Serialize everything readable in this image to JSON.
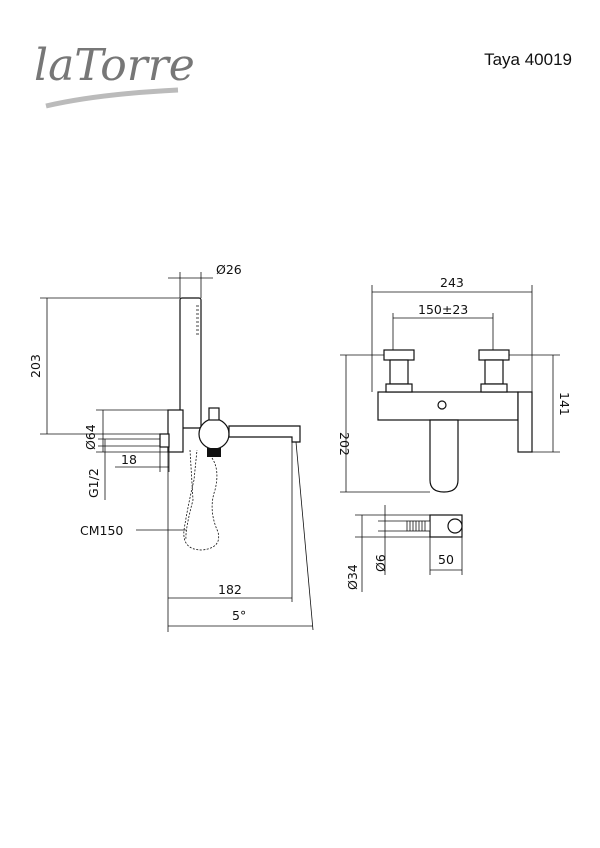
{
  "brand": {
    "logo_text": "laTorre"
  },
  "title": "Taya 40019",
  "dimensions": {
    "d26": "Ø26",
    "h203": "203",
    "d64": "Ø64",
    "d18": "18",
    "g12": "G1/2",
    "cm150": "CM150",
    "w182": "182",
    "angle5": "5°",
    "w243": "243",
    "c150": "150±23",
    "h202": "202",
    "h141": "141",
    "d34": "Ø34",
    "d6": "Ø6",
    "w50": "50"
  }
}
